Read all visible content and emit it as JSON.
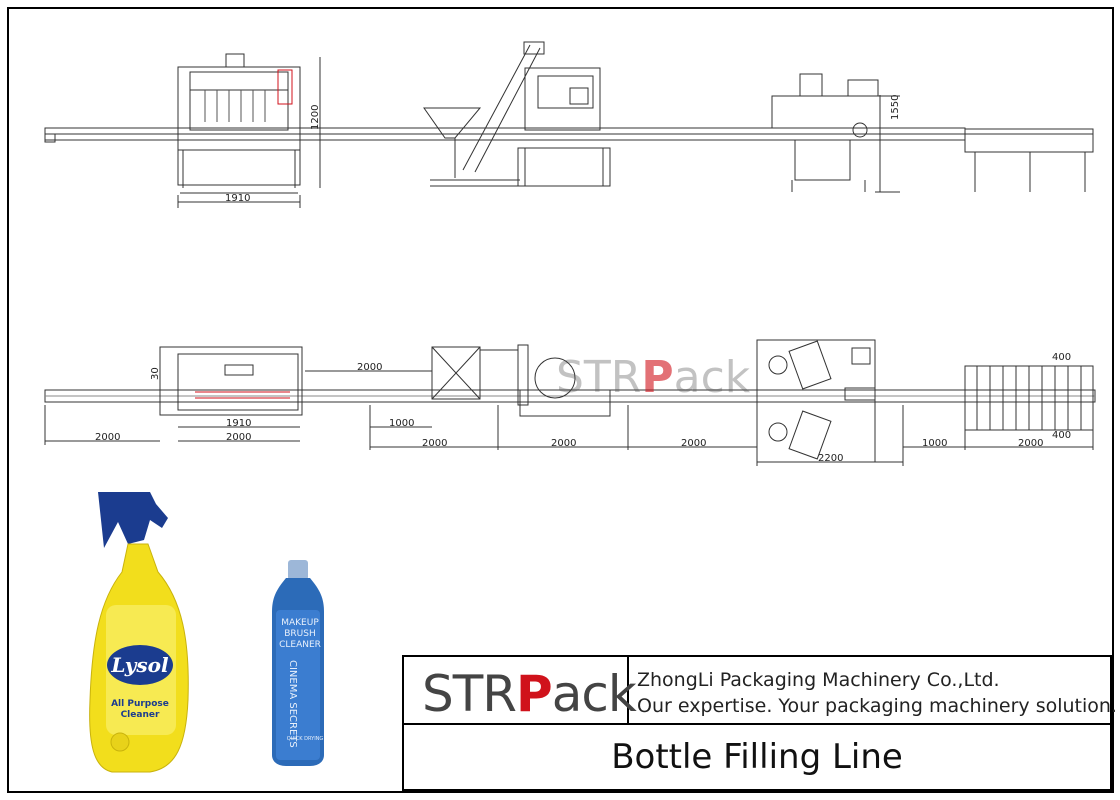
{
  "title_block": {
    "logo": {
      "prefix": "STR",
      "mark": "P",
      "suffix": "ack"
    },
    "company_name": "ZhongLi Packaging Machinery Co.,Ltd.",
    "slogan": "Our expertise. Your packaging machinery solution.",
    "drawing_title": "Bottle Filling Line"
  },
  "watermark": {
    "prefix": "STR",
    "mark": "P",
    "suffix": "ack"
  },
  "elevation_dims": {
    "filler_width": "1910",
    "filler_height": "1200",
    "labeler_height": "1550"
  },
  "plan_dims": {
    "conveyor_in": "2000",
    "filler_width": "1910",
    "filler_section": "2000",
    "height_30": "30",
    "gap_2000": "2000",
    "gap_1000": "1000",
    "seg_a": "2000",
    "seg_b": "2000",
    "seg_c": "2000",
    "labeler": "2200",
    "gap_b": "1000",
    "table": "2000",
    "table_top": "400",
    "table_bottom": "400"
  },
  "products": {
    "spray_bottle": {
      "brand": "Lysol",
      "line1": "All Purpose",
      "line2": "Cleaner"
    },
    "brush_cleaner": {
      "brand_vertical": "CINEMA SECRETS",
      "line1": "MAKEUP",
      "line2": "BRUSH",
      "line3": "CLEANER",
      "line4": "QUICK DRYING"
    }
  },
  "colors": {
    "brand_red": "#d0121b",
    "lysol_yellow": "#f2de1c",
    "lysol_blue": "#1b3c8f",
    "bottle_blue": "#2c6bb8"
  }
}
